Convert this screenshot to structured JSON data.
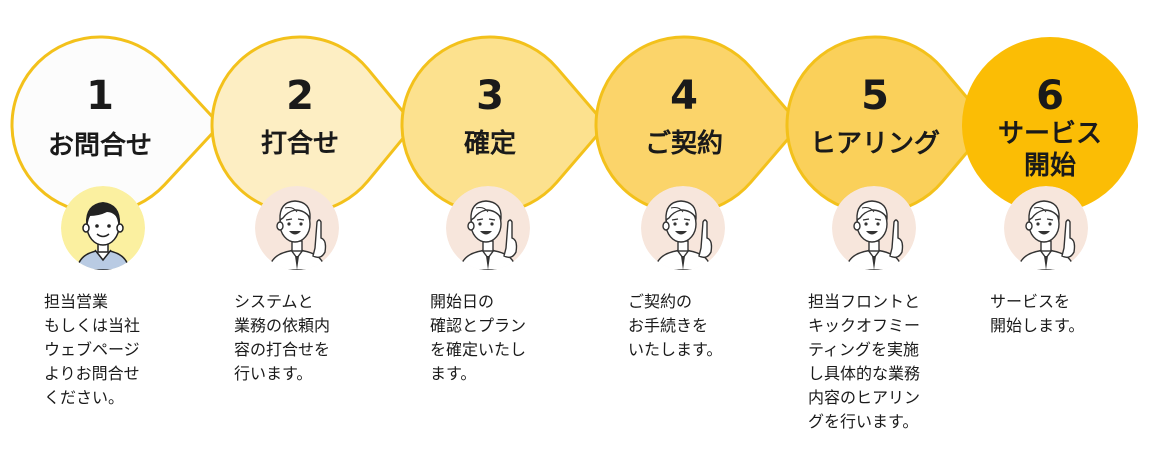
{
  "colors": {
    "stroke": "#f3c11b",
    "step1_fill": "#fcfcfc",
    "step2_fill": "#fdeec3",
    "step3_fill": "#fce18e",
    "step4_fill": "#fbd46a",
    "step5_fill": "#fad05a",
    "step6_fill": "#fbbd05",
    "avatar1_bg": "#fbf0a0",
    "avatar_bg": "#f7e6dc"
  },
  "steps": [
    {
      "number": "1",
      "title": "お問合せ",
      "avatar": "customer-avatar",
      "desc": "担当営業\nもしくは当社\nウェブページ\nよりお問合せ\nください。"
    },
    {
      "number": "2",
      "title": "打合せ",
      "avatar": "staff-avatar",
      "desc": "システムと\n業務の依頼内\n容の打合せを\n行います。"
    },
    {
      "number": "3",
      "title": "確定",
      "avatar": "staff-avatar",
      "desc": "開始日の\n確認とプラン\nを確定いたし\nます。"
    },
    {
      "number": "4",
      "title": "ご契約",
      "avatar": "staff-avatar",
      "desc": "ご契約の\nお手続きを\nいたします。"
    },
    {
      "number": "5",
      "title": "ヒアリング",
      "avatar": "staff-avatar",
      "desc": "担当フロントと\nキックオフミー\nティングを実施\nし具体的な業務\n内容のヒアリン\nグを行います。"
    },
    {
      "number": "6",
      "title": "サービス\n開始",
      "avatar": "staff-avatar",
      "desc": "サービスを\n開始します。"
    }
  ]
}
